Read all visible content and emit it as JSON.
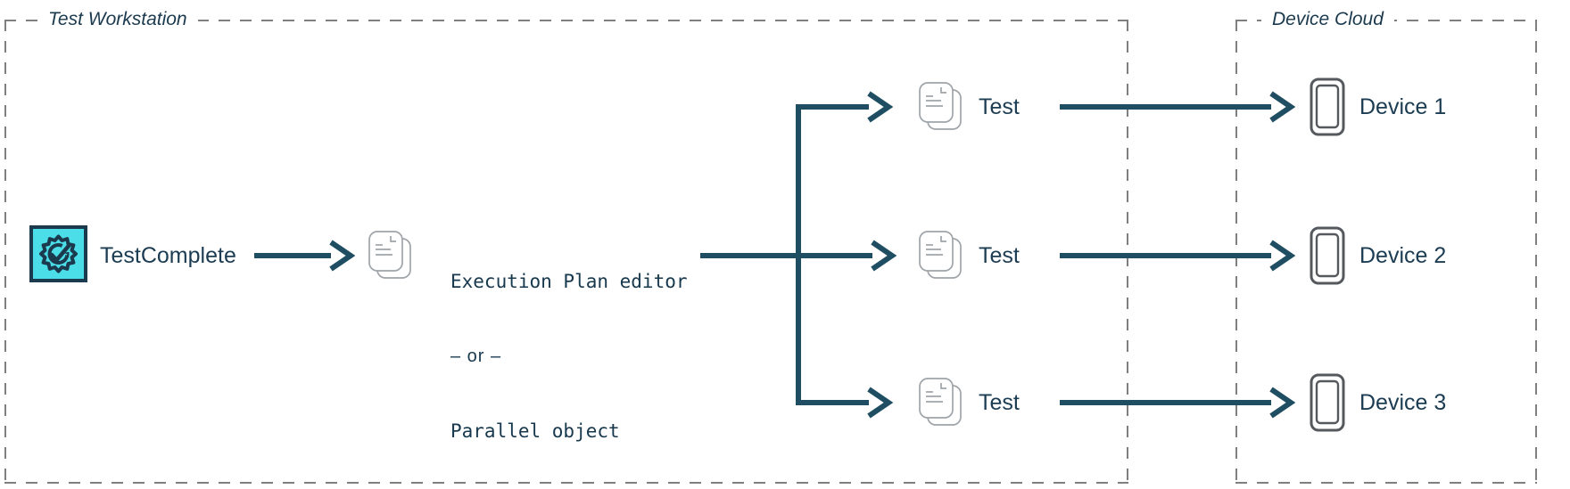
{
  "workstation": {
    "title": "Test Workstation",
    "app_label": "TestComplete",
    "plan_lines": {
      "line1": "Execution Plan editor",
      "line2": "– or –",
      "line3": "Parallel object"
    },
    "tests": [
      {
        "label": "Test"
      },
      {
        "label": "Test"
      },
      {
        "label": "Test"
      }
    ]
  },
  "cloud": {
    "title": "Device Cloud",
    "devices": [
      {
        "label": "Device 1"
      },
      {
        "label": "Device 2"
      },
      {
        "label": "Device 3"
      }
    ]
  },
  "icons": {
    "app": "testcomplete-badge-icon",
    "test": "document-stack-icon",
    "device": "smartphone-icon"
  },
  "colors": {
    "accent_cyan": "#4BDEE8",
    "navy_text": "#1B3C52",
    "arrow": "#1F4E63",
    "border_gray": "#7F7F7F",
    "doc_gray": "#9FA4A9",
    "phone_gray": "#55595E"
  }
}
